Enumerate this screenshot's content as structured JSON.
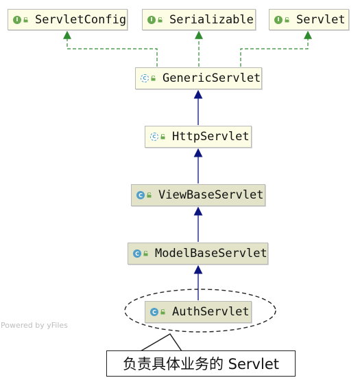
{
  "diagram": {
    "nodes": {
      "servlet_config": {
        "label": "ServletConfig",
        "kind": "interface",
        "badge": "I"
      },
      "serializable": {
        "label": "Serializable",
        "kind": "interface",
        "badge": "I"
      },
      "servlet": {
        "label": "Servlet",
        "kind": "interface",
        "badge": "I"
      },
      "generic_servlet": {
        "label": "GenericServlet",
        "kind": "abstract-class",
        "badge": "C"
      },
      "http_servlet": {
        "label": "HttpServlet",
        "kind": "abstract-class",
        "badge": "C"
      },
      "view_base_servlet": {
        "label": "ViewBaseServlet",
        "kind": "class",
        "badge": "C"
      },
      "model_base_servlet": {
        "label": "ModelBaseServlet",
        "kind": "class",
        "badge": "C"
      },
      "auth_servlet": {
        "label": "AuthServlet",
        "kind": "class",
        "badge": "C"
      }
    },
    "edges": [
      {
        "from": "generic_servlet",
        "to": "servlet_config",
        "type": "implements"
      },
      {
        "from": "generic_servlet",
        "to": "serializable",
        "type": "implements"
      },
      {
        "from": "generic_servlet",
        "to": "servlet",
        "type": "implements"
      },
      {
        "from": "http_servlet",
        "to": "generic_servlet",
        "type": "extends"
      },
      {
        "from": "view_base_servlet",
        "to": "http_servlet",
        "type": "extends"
      },
      {
        "from": "model_base_servlet",
        "to": "view_base_servlet",
        "type": "extends"
      },
      {
        "from": "auth_servlet",
        "to": "model_base_servlet",
        "type": "extends"
      }
    ],
    "watermark": "Powered by yFiles",
    "annotation": "负责具体业务的 Servlet"
  },
  "colors": {
    "implements_edge": "#2e8b2e",
    "extends_edge": "#0c1480",
    "interface_fill": "#fdfde6",
    "class_fill": "#e2e3c8",
    "interface_badge": "#6aa84f",
    "class_badge": "#4f9fc8"
  },
  "icons": {
    "interface": "interface-icon",
    "class": "class-icon",
    "lock": "lock-icon"
  }
}
